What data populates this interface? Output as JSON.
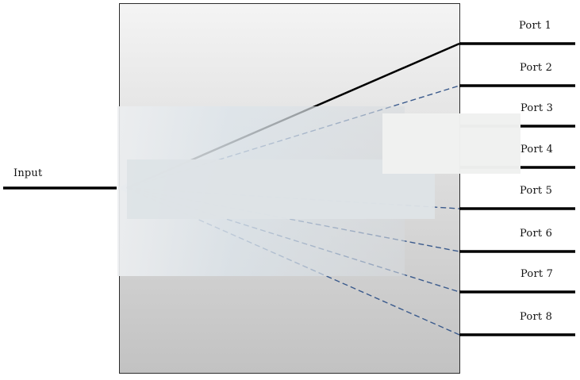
{
  "input": {
    "label": "Input"
  },
  "ports": [
    {
      "label": "Port 1",
      "route": "solid"
    },
    {
      "label": "Port 2",
      "route": "dashed"
    },
    {
      "label": "Port 3",
      "route": "none"
    },
    {
      "label": "Port 4",
      "route": "none"
    },
    {
      "label": "Port 5",
      "route": "dashed"
    },
    {
      "label": "Port 6",
      "route": "dashed"
    },
    {
      "label": "Port 7",
      "route": "dashed"
    },
    {
      "label": "Port 8",
      "route": "dashed"
    }
  ],
  "colors": {
    "box_top": "#f4f4f4",
    "box_bottom": "#c2c2c2",
    "line": "#000000",
    "dashed_route": "#3a5a8c"
  }
}
